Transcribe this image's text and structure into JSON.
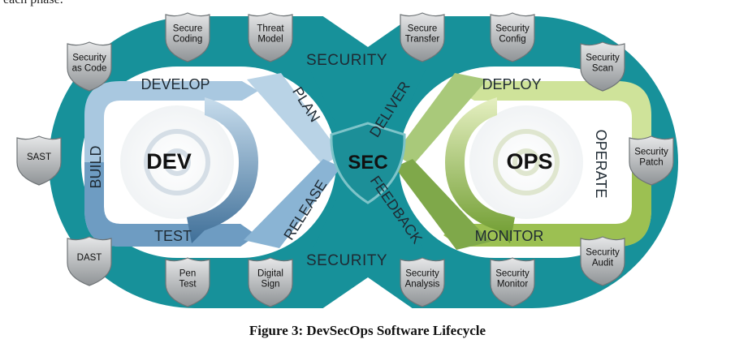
{
  "top_text": "each phase.",
  "caption": "Figure 3: DevSecOps Software Lifecycle",
  "center": {
    "dev": "DEV",
    "sec": "SEC",
    "ops": "OPS"
  },
  "security_top": "SECURITY",
  "security_bottom": "SECURITY",
  "stages": {
    "develop": "DEVELOP",
    "build": "BUILD",
    "test": "TEST",
    "plan": "PLAN",
    "release": "RELEASE",
    "deliver": "DELIVER",
    "feedback": "FEEDBACK",
    "deploy": "DEPLOY",
    "operate": "OPERATE",
    "monitor": "MONITOR"
  },
  "shields": [
    {
      "id": "secure-coding",
      "lines": [
        "Secure",
        "Coding"
      ]
    },
    {
      "id": "threat-model",
      "lines": [
        "Threat",
        "Model"
      ]
    },
    {
      "id": "secure-transfer",
      "lines": [
        "Secure",
        "Transfer"
      ]
    },
    {
      "id": "security-config",
      "lines": [
        "Security",
        "Config"
      ]
    },
    {
      "id": "security-as-code",
      "lines": [
        "Security",
        "as Code"
      ]
    },
    {
      "id": "security-scan",
      "lines": [
        "Security",
        "Scan"
      ]
    },
    {
      "id": "sast",
      "lines": [
        "SAST"
      ]
    },
    {
      "id": "security-patch",
      "lines": [
        "Security",
        "Patch"
      ]
    },
    {
      "id": "dast",
      "lines": [
        "DAST"
      ]
    },
    {
      "id": "security-audit",
      "lines": [
        "Security",
        "Audit"
      ]
    },
    {
      "id": "pen-test",
      "lines": [
        "Pen",
        "Test"
      ]
    },
    {
      "id": "digital-sign",
      "lines": [
        "Digital",
        "Sign"
      ]
    },
    {
      "id": "security-analysis",
      "lines": [
        "Security",
        "Analysis"
      ]
    },
    {
      "id": "security-monitor",
      "lines": [
        "Security",
        "Monitor"
      ]
    }
  ],
  "colors": {
    "teal": "#17919a",
    "dev_blue_light": "#b9d3e6",
    "dev_blue_mid": "#8ab4d4",
    "dev_blue_dark": "#4f7fa8",
    "ops_green_light": "#dcebb0",
    "ops_green_mid": "#b8d27a",
    "ops_green_dark": "#7aa437",
    "shield": "#b5b8ba"
  }
}
